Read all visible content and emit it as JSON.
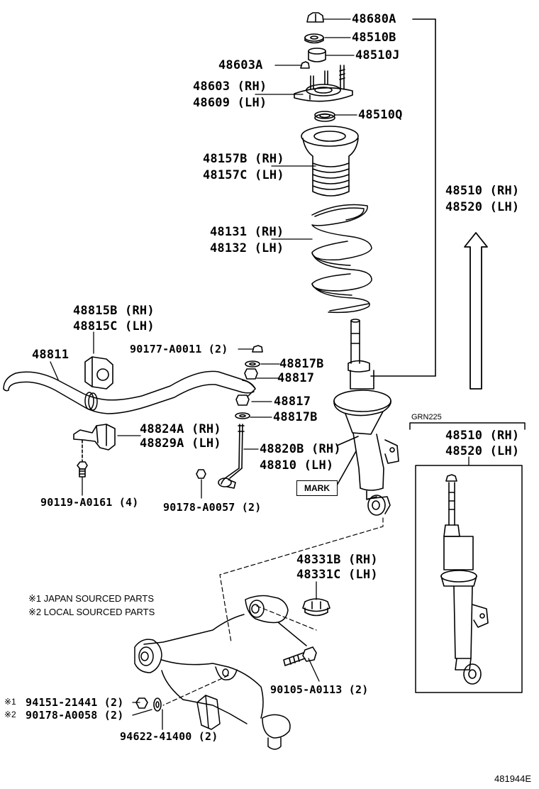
{
  "diagram_code": "481944E",
  "variant_code": "GRN225",
  "mark_label": "MARK",
  "notes": [
    "※1 JAPAN SOURCED PARTS",
    "※2 LOCAL SOURCED PARTS"
  ],
  "parts": {
    "p48680A": "48680A",
    "p48510B": "48510B",
    "p48510J": "48510J",
    "p48603A": "48603A",
    "p48603": [
      "48603 (RH)",
      "48609 (LH)"
    ],
    "p48510Q": "48510Q",
    "p48157": [
      "48157B (RH)",
      "48157C (LH)"
    ],
    "p48131": [
      "48131 (RH)",
      "48132 (LH)"
    ],
    "p48510_main": [
      "48510 (RH)",
      "48520 (LH)"
    ],
    "p48815": [
      "48815B (RH)",
      "48815C (LH)"
    ],
    "p48811": "48811",
    "p90177": "90177-A0011 (2)",
    "p48817B_upper": "48817B",
    "p48817_upper": "48817",
    "p48817_lower": "48817",
    "p48817B_lower": "48817B",
    "p48824": [
      "48824A (RH)",
      "48829A (LH)"
    ],
    "p48820": [
      "48820B (RH)",
      "48810 (LH)"
    ],
    "p90119": "90119-A0161 (4)",
    "p90178_a": "90178-A0057 (2)",
    "p48510_inset": [
      "48510 (RH)",
      "48520 (LH)"
    ],
    "p48331": [
      "48331B (RH)",
      "48331C (LH)"
    ],
    "p90105": "90105-A0113 (2)",
    "p94151": "94151-21441 (2)",
    "p90178_b": "90178-A0058 (2)",
    "p94151_mark": "※1",
    "p90178_b_mark": "※2",
    "p94622": "94622-41400 (2)"
  }
}
